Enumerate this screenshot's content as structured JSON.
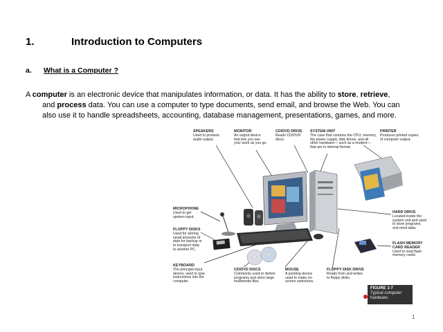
{
  "heading": {
    "number": "1.",
    "title": "Introduction  to Computers"
  },
  "subheading": {
    "letter": "a.",
    "question": "What is a Computer ?"
  },
  "paragraph": {
    "p1": "A ",
    "b1": "computer",
    "p2": " is an electronic device that manipulates information, or data. It has the ability to ",
    "b2": "store",
    "p3": ", ",
    "b3": "retrieve",
    "p4": ",",
    "p5": "and ",
    "b4": "process",
    "p6": " data. You can use a computer to type documents, send email, and browse the Web. You can",
    "p7": "also use it to handle spreadsheets, accounting, database management, presentations, games, and more."
  },
  "figure": {
    "labels": {
      "speakers": {
        "title": "SPEAKERS",
        "desc": "Used to produce\naudio output."
      },
      "monitor": {
        "title": "MONITOR",
        "desc": "An output device\nthat lets you see\nyour work as you go."
      },
      "cddvd_drive": {
        "title": "CD/DVD DRIVE",
        "desc": "Reads CD/DVD\ndiscs."
      },
      "system_unit": {
        "title": "SYSTEM UNIT",
        "desc": "The case that contains the CPU, memory,\nthe power supply, disk drives, and all\nother hardware— such as a modem—\nthat are in internal format."
      },
      "printer": {
        "title": "PRINTER",
        "desc": "Produces printed copies\nof computer output."
      },
      "microphone": {
        "title": "MICROPHONE",
        "desc": "Used to get\nspoken input."
      },
      "floppy_disks": {
        "title": "FLOPPY DISKS",
        "desc": "Used for storing\nsmall amounts of\ndata for backup or\nto transport data\nto another PC."
      },
      "keyboard": {
        "title": "KEYBOARD",
        "desc": "The principal input\ndevice; used to type\ninstructions into the\ncomputer."
      },
      "cddvd_discs": {
        "title": "CD/DVD DISCS",
        "desc": "Commonly used to deliver\nprograms and store large\nmultimedia files."
      },
      "mouse": {
        "title": "MOUSE",
        "desc": "A pointing device\nused to make on-\nscreen selections."
      },
      "floppy_drive": {
        "title": "FLOPPY DISK DRIVE",
        "desc": "Reads from and writes\nto floppy disks."
      },
      "hard_drive": {
        "title": "HARD DRIVE",
        "desc": "Located inside the\nsystem unit and used\nto store programs\nand most data."
      },
      "flash_reader": {
        "title": "FLASH MEMORY\nCARD READER",
        "desc": "Used to read flash\nmemory cards."
      }
    },
    "caption": {
      "number": "FIGURE 1-7",
      "text": "Typical computer\nhardware."
    }
  },
  "page_number": "1"
}
